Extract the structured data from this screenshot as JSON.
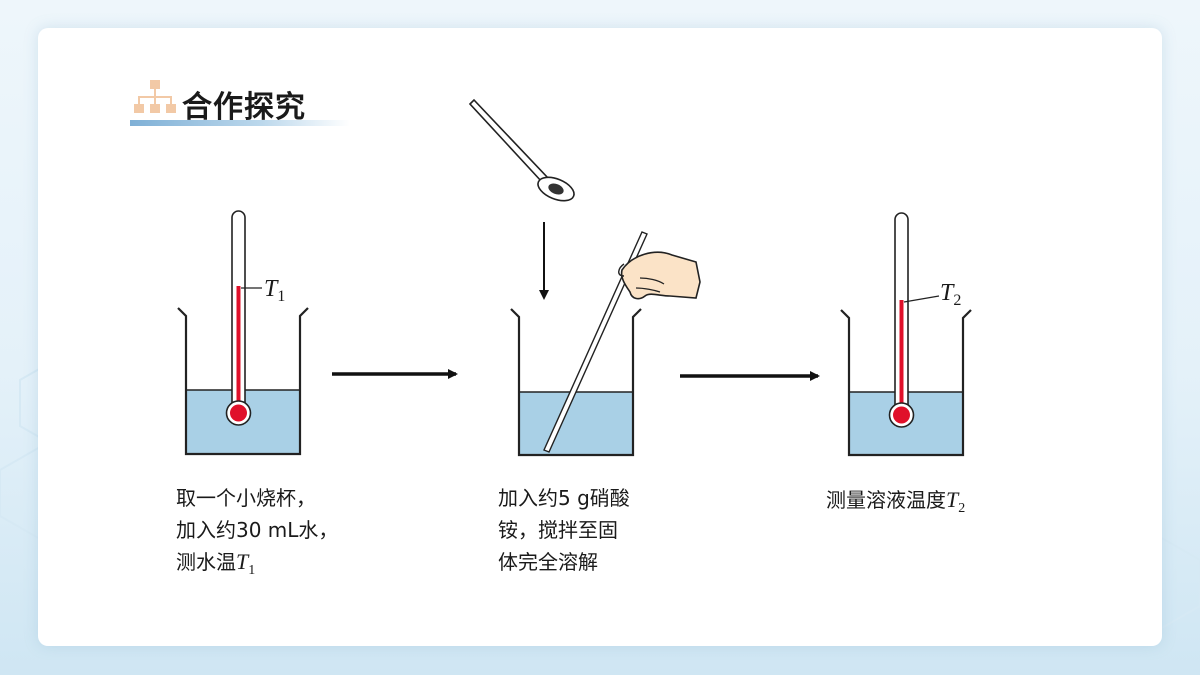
{
  "header": {
    "title": "合作探究",
    "icon": "hierarchy-icon",
    "accent": "#f2c9a6"
  },
  "steps": [
    {
      "thermometer_label": {
        "symbol": "T",
        "subscript": "1"
      },
      "caption": {
        "line1": "取一个小烧杯，",
        "line2": "加入约30 mL水，",
        "line3_prefix": "测水温",
        "symbol": "T",
        "subscript": "1"
      }
    },
    {
      "caption": {
        "line1": "加入约5 g硝酸",
        "line2": "铵，搅拌至固",
        "line3": "体完全溶解"
      }
    },
    {
      "thermometer_label": {
        "symbol": "T",
        "subscript": "2"
      },
      "caption": {
        "line1_prefix": "测量溶液温度",
        "symbol": "T",
        "subscript": "2"
      }
    }
  ],
  "colors": {
    "water": "#a9d0e6",
    "mercury": "#e0102a",
    "beaker_outline": "#222222",
    "hand": "#fbe3c7"
  }
}
